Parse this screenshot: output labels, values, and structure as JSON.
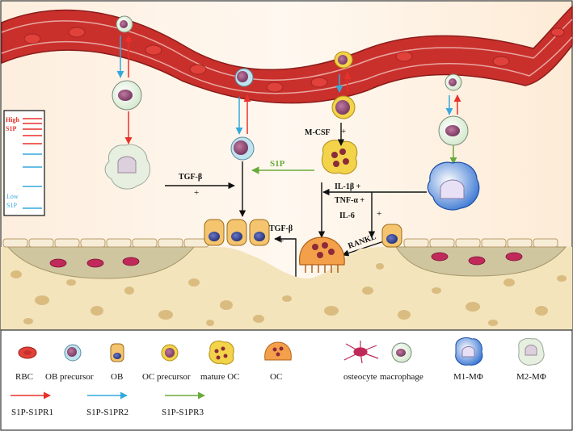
{
  "diagram": {
    "gradient_scale": {
      "high_label_line1": "High",
      "high_label_line2": "S1P",
      "low_label_line1": "Low",
      "low_label_line2": "S1P"
    },
    "signals": {
      "tgf_beta_left": "TGF-β",
      "plus_left": "+",
      "s1p_green": "S1P",
      "m_csf": "M-CSF",
      "m_csf_plus": "+",
      "il1b": "IL-1β +",
      "tnfa": "TNF-α +",
      "il6": "IL-6",
      "il6_plus": "+",
      "rankl": "RANKL",
      "rankl_plus": "+",
      "tgf_beta_bottom": "TGF-β",
      "plus_bottom": "+"
    },
    "legend": {
      "cells": [
        {
          "label": "RBC",
          "icon": "rbc-icon"
        },
        {
          "label": "OB precursor",
          "icon": "ob-precursor-icon"
        },
        {
          "label": "OB",
          "icon": "ob-icon"
        },
        {
          "label": "OC precursor",
          "icon": "oc-precursor-icon"
        },
        {
          "label": "mature OC",
          "icon": "mature-oc-icon"
        },
        {
          "label": "OC",
          "icon": "oc-icon"
        },
        {
          "label": "osteocyte",
          "icon": "osteocyte-icon"
        },
        {
          "label": "macrophage",
          "icon": "macrophage-icon"
        },
        {
          "label": "M1-MΦ",
          "icon": "m1-macrophage-icon"
        },
        {
          "label": "M2-MΦ",
          "icon": "m2-macrophage-icon"
        }
      ],
      "arrows": [
        {
          "label": "S1P-S1PR1",
          "color": "#e8312a"
        },
        {
          "label": "S1P-S1PR2",
          "color": "#35a9dc"
        },
        {
          "label": "S1P-S1PR3",
          "color": "#6aaa3a"
        }
      ]
    },
    "colors": {
      "s1pr1": "#e8312a",
      "s1pr2": "#35a9dc",
      "s1pr3": "#6aaa3a",
      "vessel": "#c9302c",
      "bone": "#f3e4bc"
    }
  }
}
